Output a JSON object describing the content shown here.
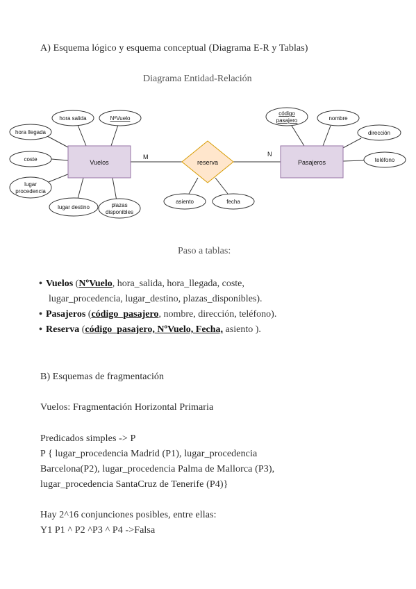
{
  "section_a_title": "A)  Esquema lógico y esquema conceptual (Diagrama E-R y Tablas)",
  "diagram_title": "Diagrama Entidad-Relación",
  "er": {
    "entity_vuelos": "Vuelos",
    "entity_pasajeros": "Pasajeros",
    "relationship": "reserva",
    "card_m": "M",
    "card_n": "N",
    "vuelos_attrs": {
      "hora_salida": "hora salida",
      "nvuelo": "NºVuelo",
      "hora_llegada": "hora llegada",
      "coste": "coste",
      "lugar_procedencia_1": "lugar",
      "lugar_procedencia_2": "procedencia",
      "lugar_destino": "lugar destino",
      "plazas_1": "plazas",
      "plazas_2": "disponibles"
    },
    "pasajeros_attrs": {
      "codigo_1": "código",
      "codigo_2": "pasajero",
      "nombre": "nombre",
      "direccion": "dirección",
      "telefono": "teléfono"
    },
    "reserva_attrs": {
      "asiento": "asiento",
      "fecha": "fecha"
    }
  },
  "tables_heading": "Paso a tablas:",
  "tables": {
    "vuelos": {
      "name": "Vuelos",
      "open": " (",
      "key": "NºVuelo",
      "rest_line1": ",  hora_salida,  hora_llegada,  coste,",
      "rest_line2": "lugar_procedencia,  lugar_destino,  plazas_disponibles)."
    },
    "pasajeros": {
      "name": "Pasajeros",
      "open": " (",
      "key": "código_pasajero",
      "rest": ",  nombre,  dirección,  teléfono)."
    },
    "reserva": {
      "name": "Reserva",
      "open": " (",
      "key": "código_pasajero,  NºVuelo,  Fecha,",
      "rest": "  asiento )."
    }
  },
  "section_b_title": "B) Esquemas de fragmentación",
  "frag_heading": "Vuelos: Fragmentación Horizontal Primaria",
  "predicates_heading": "Predicados simples -> P",
  "predicates_lines": [
    "P   { lugar_procedencia    Madrid (P1),  lugar_procedencia",
    "Barcelona(P2),  lugar_procedencia    Palma de Mallorca (P3),",
    "lugar_procedencia    SantaCruz de Tenerife (P4)}"
  ],
  "conj_line1": "Hay 2^16 conjunciones posibles, entre ellas:",
  "conj_line2": "Y1    P1 ^ P2 ^P3 ^ P4  ->Falsa"
}
